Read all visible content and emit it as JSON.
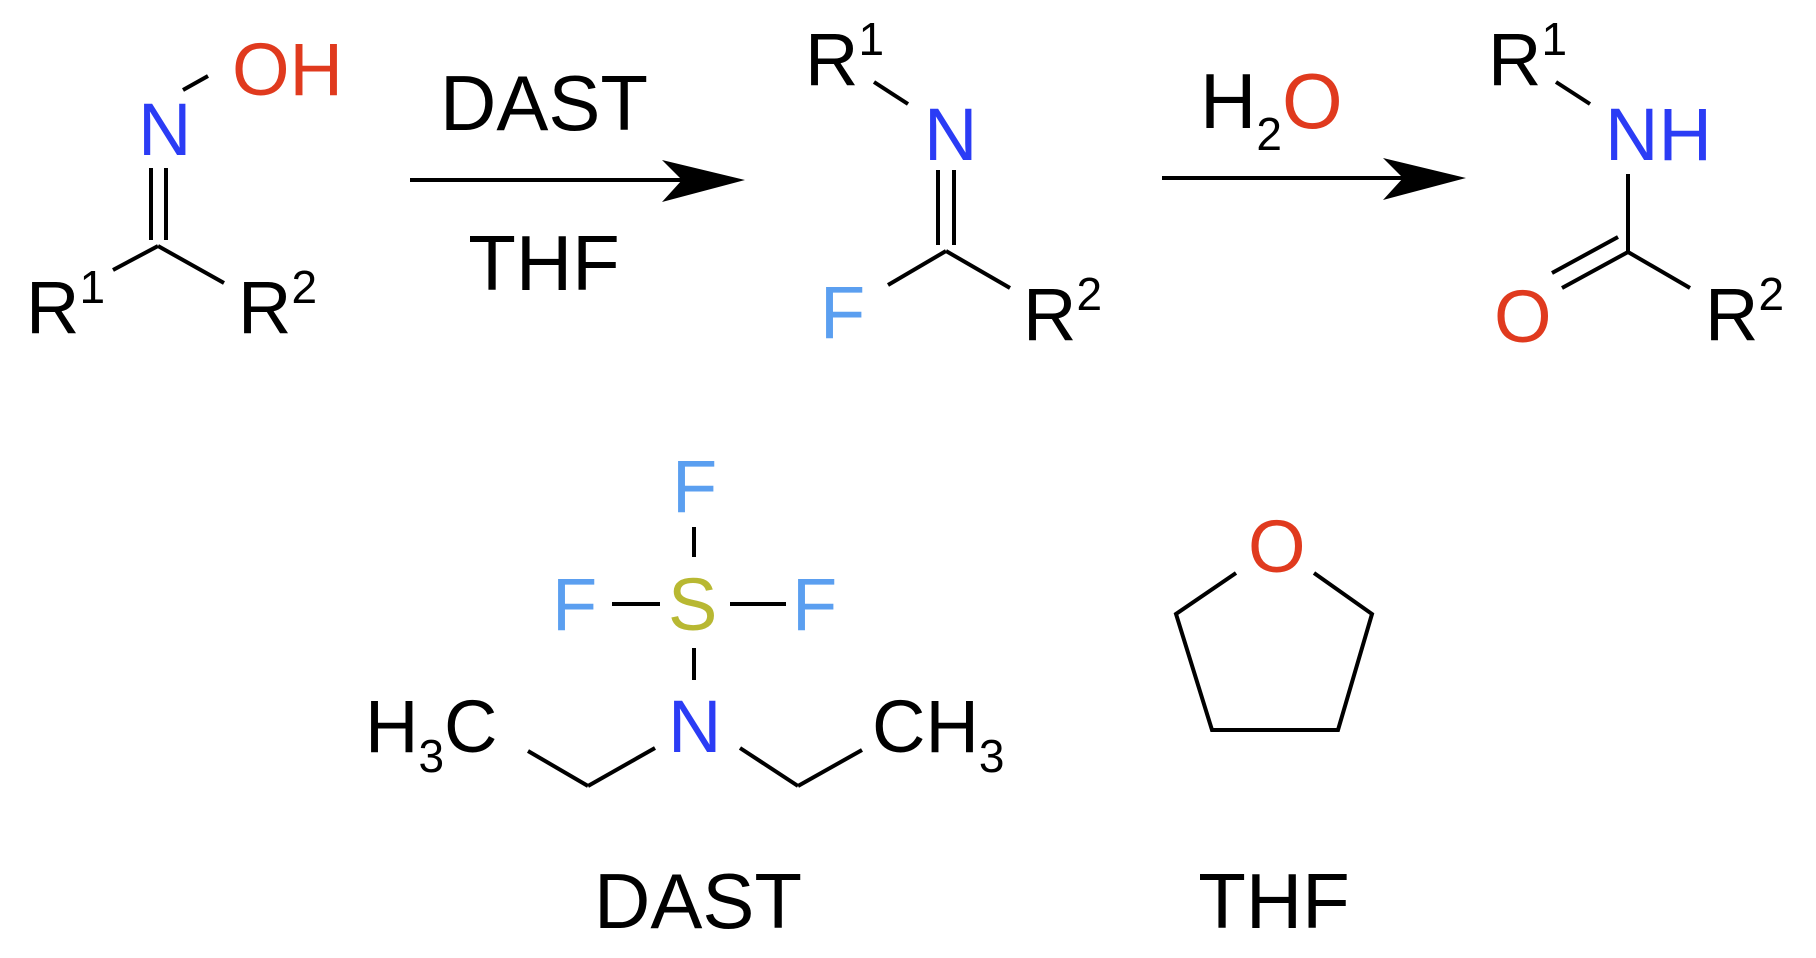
{
  "colors": {
    "carbon": "#000000",
    "oxygen": "#e03a1e",
    "nitrogen": "#2b3cf5",
    "fluorine": "#5b9ff0",
    "sulfur": "#b8b832"
  },
  "reaction": {
    "step1": {
      "above": "DAST",
      "below": "THF"
    },
    "step2": {
      "above_main": "H",
      "above_sub": "2",
      "above_end": "O"
    }
  },
  "oxime": {
    "oh": "OH",
    "n": "N",
    "r1": "R",
    "r1_sup": "1",
    "r2": "R",
    "r2_sup": "2"
  },
  "imidoyl_fluoride": {
    "r1": "R",
    "r1_sup": "1",
    "n": "N",
    "f": "F",
    "r2": "R",
    "r2_sup": "2"
  },
  "amide": {
    "r1": "R",
    "r1_sup": "1",
    "nh": "NH",
    "o": "O",
    "r2": "R",
    "r2_sup": "2"
  },
  "dast": {
    "f_top": "F",
    "f_left": "F",
    "s": "S",
    "f_right": "F",
    "n": "N",
    "h3c_h": "H",
    "h3c_3": "3",
    "h3c_c": "C",
    "ch3_c": "CH",
    "ch3_3": "3",
    "label": "DAST"
  },
  "thf": {
    "o": "O",
    "label": "THF"
  }
}
